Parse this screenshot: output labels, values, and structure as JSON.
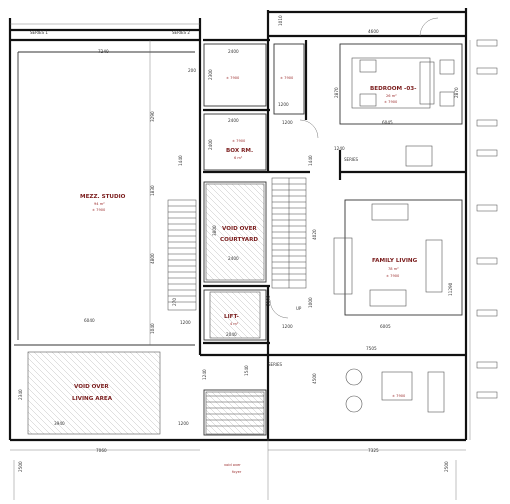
{
  "rooms": {
    "mezz_studio": {
      "name": "MEZZ. STUDIO",
      "area": "94 m²",
      "level": "± 7900"
    },
    "box_rm": {
      "name": "BOX RM.",
      "area": "6 m²",
      "level": "± 7900"
    },
    "bedroom": {
      "name": "BEDROOM -03-",
      "area": "26 m²",
      "level": "± 7900"
    },
    "void_courtyard": {
      "name_line1": "VOID OVER",
      "name_line2": "COURTYARD"
    },
    "family_living": {
      "name": "FAMILY LIVING",
      "area": "78 m²",
      "level": "± 7900"
    },
    "lift": {
      "name": "LIFT-",
      "area": "4 m²"
    },
    "void_living": {
      "name_line1": "VOID OVER",
      "name_line2": "LIVING AREA"
    },
    "void_foyer": {
      "name_line1": "void over",
      "name_line2": "foyer"
    },
    "small_room": {
      "level": "± 7900"
    },
    "wc": {
      "level": "± 7900"
    },
    "terrace": {
      "level": "± 7900"
    }
  },
  "tags": {
    "top_left_a": "SERIES 1",
    "top_left_b": "SERIES 2",
    "wall_label": "SERIES",
    "up_label": "UP"
  },
  "dims": {
    "top_7240": "7240",
    "top_2400": "2400",
    "top_4600": "4600",
    "right_1010": "1010",
    "v_3290": "3290",
    "v_1040": "1040",
    "v_1830": "1830",
    "v_4800": "4800",
    "v_6040": "6040",
    "v_1240": "1240",
    "v_2340": "2340",
    "d_200": "200",
    "d_2400b": "2400",
    "d_2400c": "2400",
    "d_1200a": "1200",
    "d_1200b": "1200",
    "d_2400d": "2400",
    "d_2300": "2300",
    "d_1440": "1440",
    "d_3800": "3800",
    "d_2400e": "2400",
    "d_2870": "2870",
    "d_6045": "6045",
    "d_2870b": "2870",
    "d_1440b": "1440",
    "d_4020": "4020",
    "d_1000": "1000",
    "d_1200c": "1200",
    "d_6005": "6005",
    "d_11290": "11290",
    "d_2190": "2190",
    "d_2040": "2040",
    "d_270": "270",
    "d_1200d": "1200",
    "d_1540": "1540",
    "d_1200e": "1200",
    "d_1240b": "1240",
    "d_7505": "7505",
    "d_4500": "4500",
    "d_3940": "3940",
    "d_1200f": "1200",
    "bot_7060": "7060",
    "bot_7325": "7325",
    "bot_2500": "2500",
    "bot_2500b": "2500"
  }
}
